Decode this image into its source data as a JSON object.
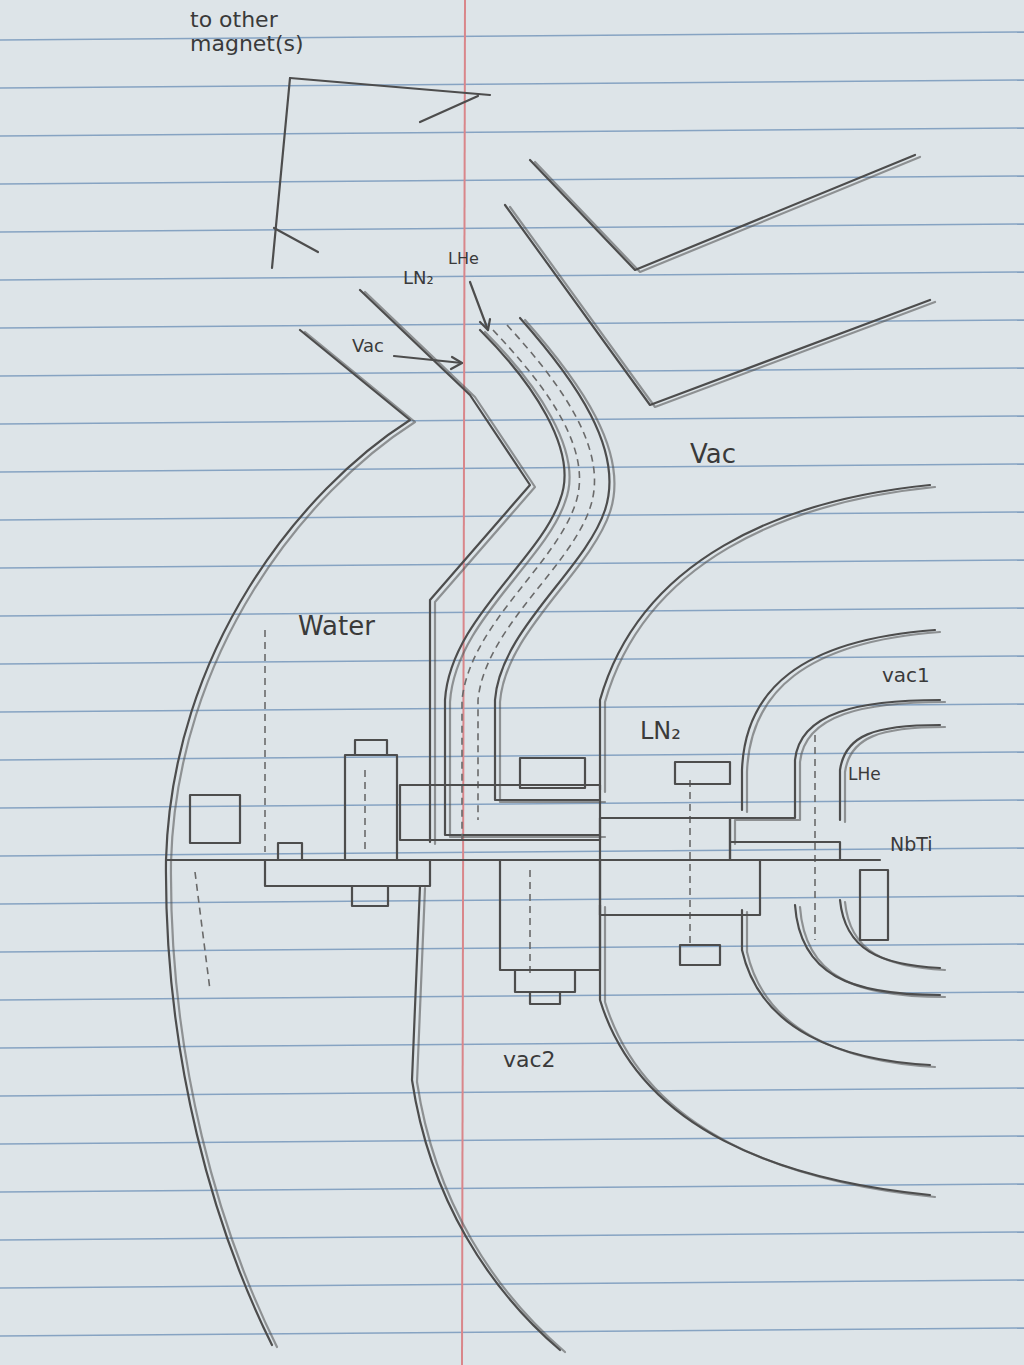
{
  "diagram": {
    "labels": [
      "to other magnet(s)",
      "LN₂",
      "LHe",
      "Vac",
      "Vac",
      "Water",
      "vac1",
      "LN₂",
      "LHe",
      "NbTi",
      "vac2"
    ]
  }
}
